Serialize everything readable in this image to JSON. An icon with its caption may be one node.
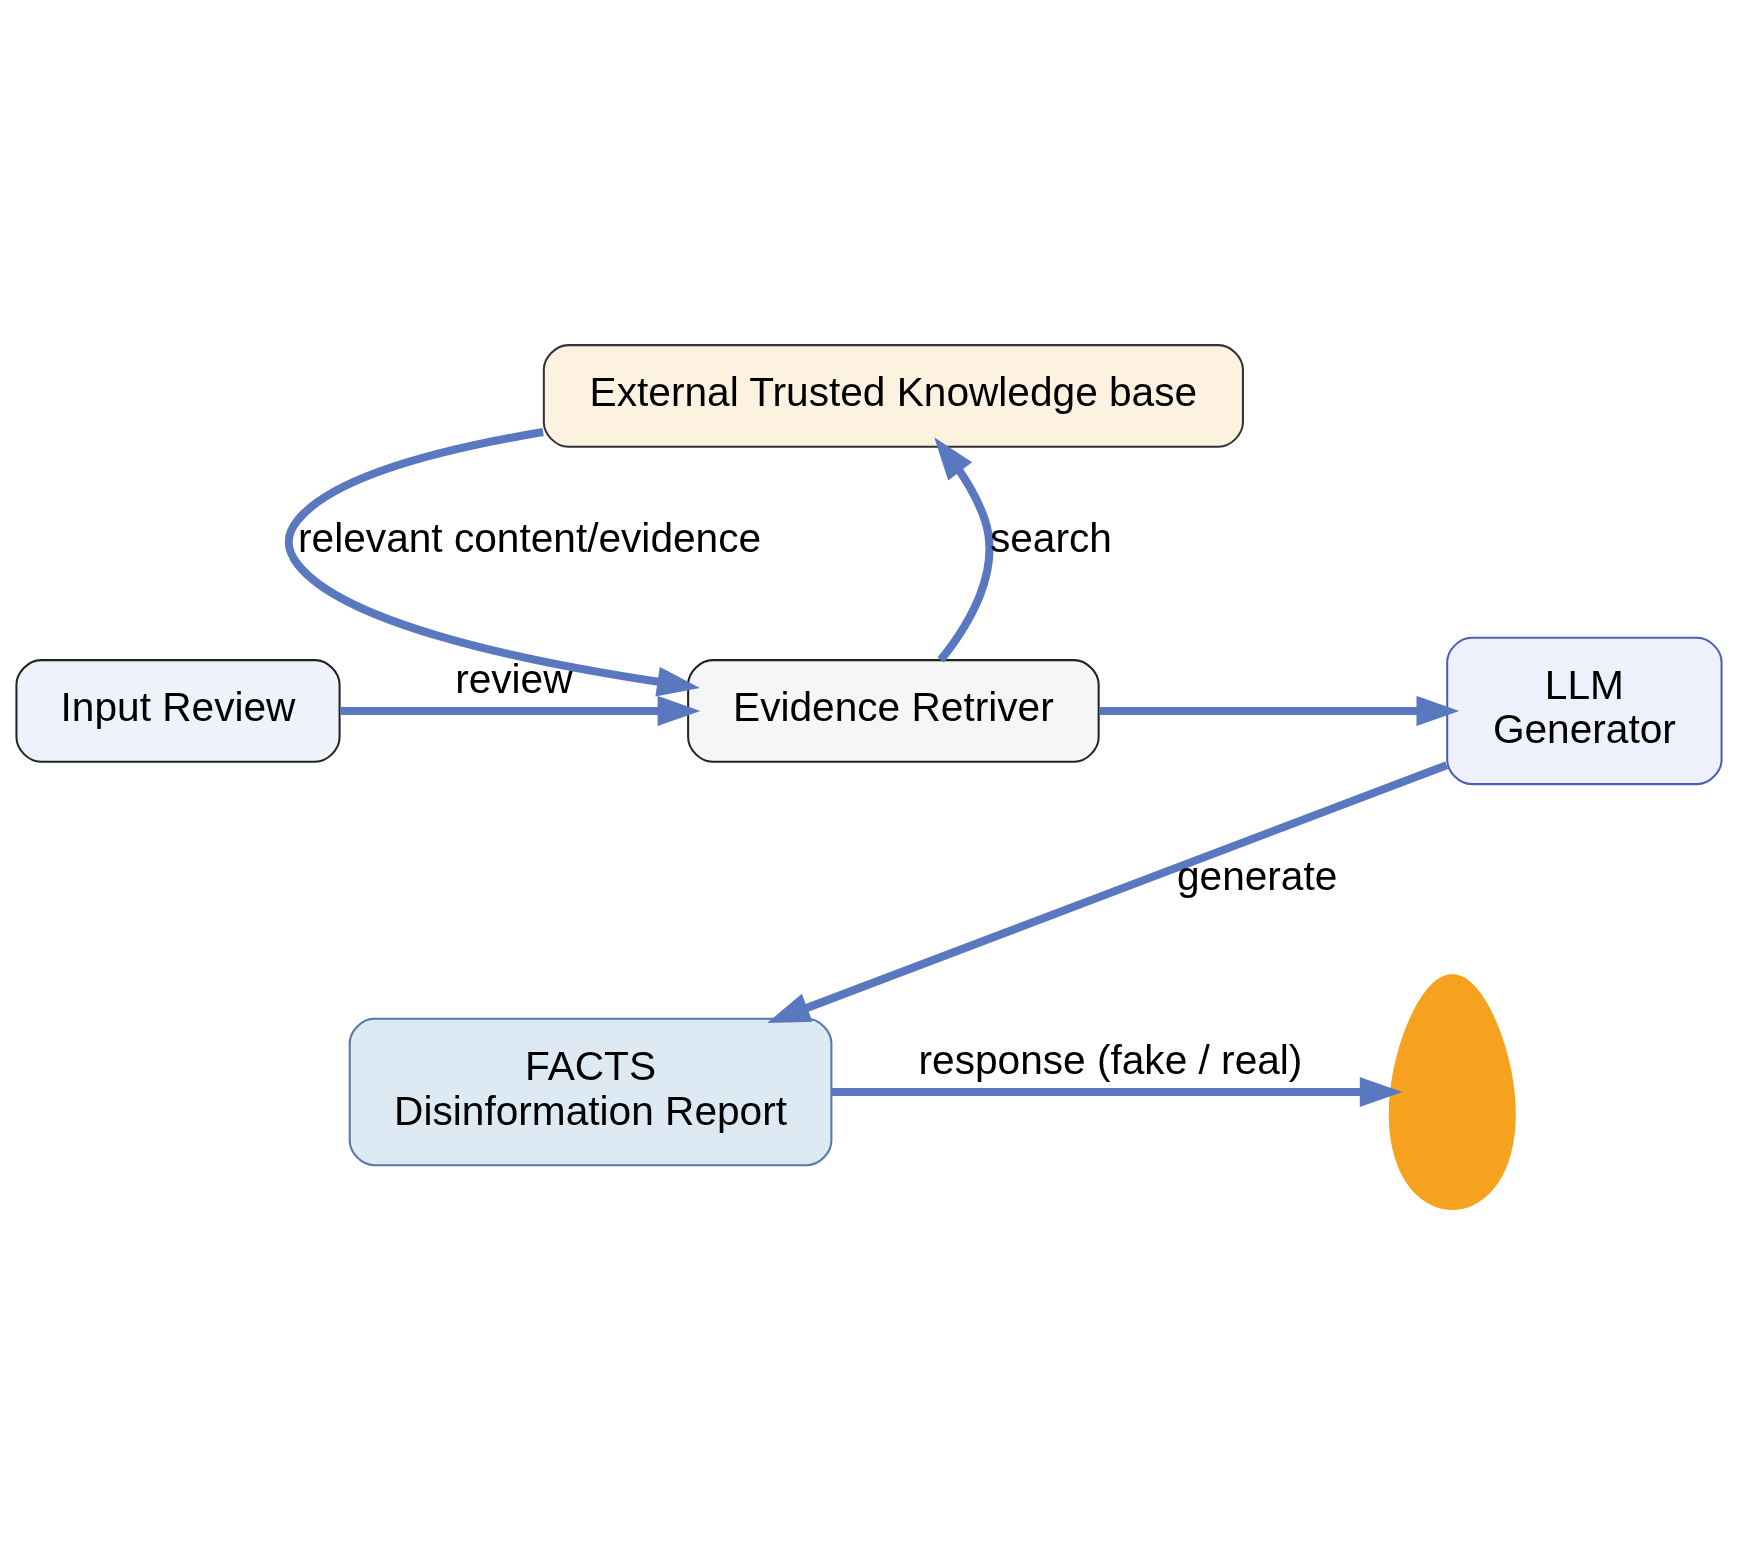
{
  "diagram": {
    "nodes": [
      {
        "text": [
          "External Trusted Knowledge base"
        ]
      },
      {
        "text": [
          "Input Review"
        ]
      },
      {
        "text": [
          "Evidence Retriver"
        ]
      },
      {
        "text": [
          "LLM",
          "Generator"
        ]
      },
      {
        "text": [
          "FACTS",
          "Disinformation Report"
        ]
      },
      {
        "text": [],
        "shape": "person"
      }
    ],
    "edges": [
      {
        "from": 1,
        "to": 2,
        "label": "review",
        "arrow": "to"
      },
      {
        "from": 2,
        "to": 0,
        "label": "search",
        "arrow": "to"
      },
      {
        "from": 0,
        "to": 2,
        "label": "relevant content/evidence",
        "arrow": "to"
      },
      {
        "from": 2,
        "to": 3,
        "arrow": "to"
      },
      {
        "from": 3,
        "to": 4,
        "label": "generate",
        "arrow": "to"
      },
      {
        "from": 4,
        "to": 5,
        "label": "response (fake / real)",
        "arrow": "to"
      }
    ]
  }
}
